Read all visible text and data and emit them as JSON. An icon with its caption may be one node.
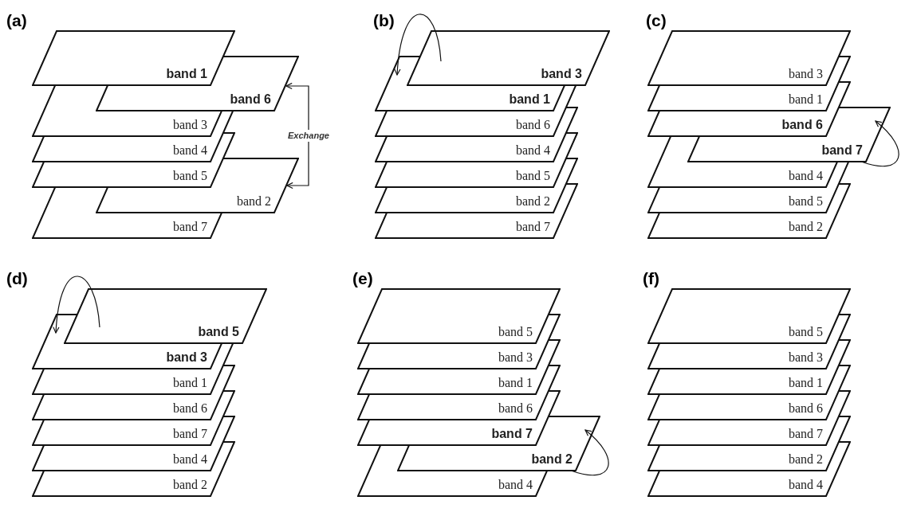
{
  "diagram": {
    "nodes": [
      {
        "text": [
          "band 1"
        ]
      },
      {
        "text": [
          "band 6"
        ]
      },
      {
        "text": [
          "band 3"
        ]
      },
      {
        "text": [
          "band 4"
        ]
      },
      {
        "text": [
          "band 5"
        ]
      },
      {
        "text": [
          "band 2"
        ]
      },
      {
        "text": [
          "band 7"
        ]
      },
      {
        "text": [
          "band 3"
        ]
      },
      {
        "text": [
          "band 1"
        ]
      },
      {
        "text": [
          "band 6"
        ]
      },
      {
        "text": [
          "band 4"
        ]
      },
      {
        "text": [
          "band 5"
        ]
      },
      {
        "text": [
          "band 2"
        ]
      },
      {
        "text": [
          "band 7"
        ]
      },
      {
        "text": [
          "band 3"
        ]
      },
      {
        "text": [
          "band 1"
        ]
      },
      {
        "text": [
          "band 6"
        ]
      },
      {
        "text": [
          "band 7"
        ]
      },
      {
        "text": [
          "band 4"
        ]
      },
      {
        "text": [
          "band 5"
        ]
      },
      {
        "text": [
          "band 2"
        ]
      },
      {
        "text": [
          "band 5"
        ]
      },
      {
        "text": [
          "band 3"
        ]
      },
      {
        "text": [
          "band 1"
        ]
      },
      {
        "text": [
          "band 6"
        ]
      },
      {
        "text": [
          "band 7"
        ]
      },
      {
        "text": [
          "band 4"
        ]
      },
      {
        "text": [
          "band 2"
        ]
      },
      {
        "text": [
          "band 5"
        ]
      },
      {
        "text": [
          "band 3"
        ]
      },
      {
        "text": [
          "band 1"
        ]
      },
      {
        "text": [
          "band 6"
        ]
      },
      {
        "text": [
          "band 7"
        ]
      },
      {
        "text": [
          "band 2"
        ]
      },
      {
        "text": [
          "band 4"
        ]
      },
      {
        "text": [
          "band 5"
        ]
      },
      {
        "text": [
          "band 3"
        ]
      },
      {
        "text": [
          "band 1"
        ]
      },
      {
        "text": [
          "band 6"
        ]
      },
      {
        "text": [
          "band 7"
        ]
      },
      {
        "text": [
          "band 2"
        ]
      },
      {
        "text": [
          "band 4"
        ]
      }
    ],
    "edges": [
      {
        "from": 1,
        "to": 5,
        "arrow": "both",
        "label": "Exchange"
      },
      {
        "from": 7,
        "to": 8,
        "arrow": "to"
      },
      {
        "from": null,
        "to": 17,
        "arrow": "to"
      },
      {
        "from": 21,
        "to": 22,
        "arrow": "to"
      },
      {
        "from": null,
        "to": 33,
        "arrow": "to"
      }
    ],
    "labels": [
      "(a)",
      "(b)",
      "(c)",
      "(d)",
      "(e)",
      "(f)"
    ]
  }
}
